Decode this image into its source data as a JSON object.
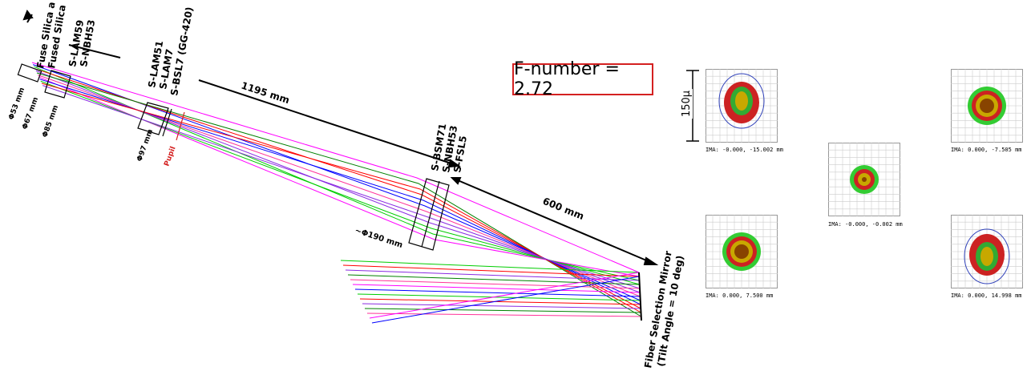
{
  "layout_labels": {
    "fused_silica_1": "Fuse Silica a",
    "fused_silica_2": "Fused Silica",
    "glass_group1_a": "S-LAM59",
    "glass_group1_b": "S-NBH53",
    "glass_group2_a": "S-LAM51",
    "glass_group2_b": "S-LAM7",
    "glass_group2_c": "S-BSL7 (GG-420)",
    "glass_group3_a": "S-BSM71",
    "glass_group3_b": "S-NBH53",
    "glass_group3_c": "S-FSL5",
    "dim_53": "Φ53 mm",
    "dim_67": "Φ67 mm",
    "dim_85": "Φ85 mm",
    "dim_97": "Φ97 mm",
    "pupil": "Pupil",
    "dist_1195": "1195 mm",
    "dist_600": "600 mm",
    "dim_190": "~Φ190 mm",
    "mirror_1": "Fiber Selection Mirror",
    "mirror_2": "(Tilt Angle = 10 deg)"
  },
  "fnumber": "F-number = 2.72",
  "scale_label": "150μ",
  "spots": [
    {
      "caption": "IMA: -0.000, -15.002 mm"
    },
    {
      "caption": "IMA: 0.000, -7.505 mm"
    },
    {
      "caption": "IMA: -0.000, -0.002 mm"
    },
    {
      "caption": "IMA: 0.000, 7.500 mm"
    },
    {
      "caption": "IMA: 0.000, 14.998 mm"
    }
  ],
  "colors": {
    "ray_colors": [
      "#ff00ff",
      "#0000ff",
      "#00cc00",
      "#ff0000",
      "#8a2be2",
      "#008000",
      "#ff3399"
    ],
    "fnum_border": "#d42020",
    "pupil_text": "#d42020"
  }
}
